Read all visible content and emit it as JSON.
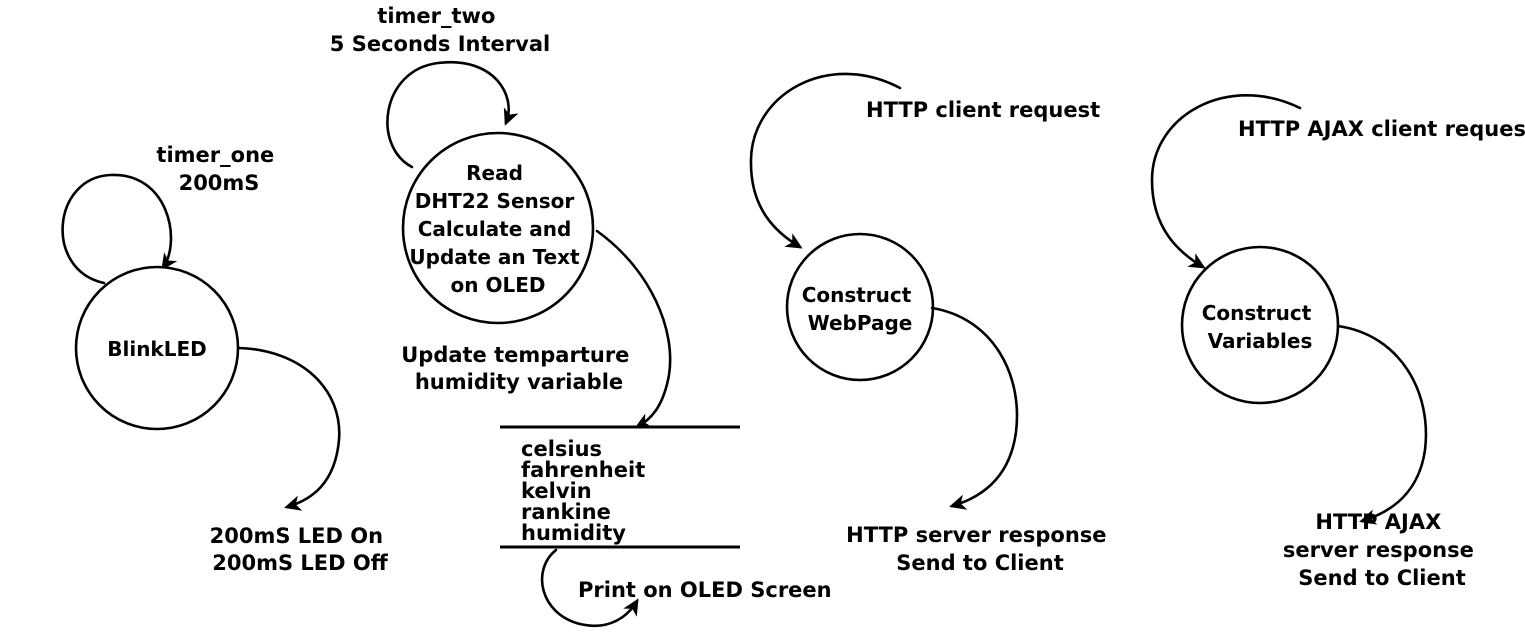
{
  "diagram": {
    "type": "state-machine-flow",
    "background_color": "#ffffff",
    "stroke_color": "#000000",
    "groups": [
      {
        "id": "blink-led",
        "trigger_label_lines": [
          "timer_one",
          "200mS"
        ],
        "node_label_lines": [
          "BlinkLED"
        ],
        "output_label_lines": [
          "200mS LED On",
          "200mS LED Off"
        ]
      },
      {
        "id": "dht22-read",
        "trigger_label_lines": [
          "timer_two",
          "5 Seconds Interval"
        ],
        "node_label_lines": [
          "Read",
          "DHT22 Sensor",
          "Calculate and",
          "Update an Text",
          "on OLED"
        ],
        "output_label_lines": [
          "Update  temparture",
          "humidity  variable"
        ],
        "variable_list": [
          "celsius",
          "fahrenheit",
          "kelvin",
          "rankine",
          "humidity"
        ],
        "final_label_lines": [
          "Print on OLED Screen"
        ]
      },
      {
        "id": "construct-webpage",
        "trigger_label_lines": [
          "HTTP client request"
        ],
        "node_label_lines": [
          "Construct",
          "WebPage"
        ],
        "output_label_lines": [
          "HTTP server response",
          "Send to Client"
        ]
      },
      {
        "id": "construct-variables",
        "trigger_label_lines": [
          "HTTP AJAX client request"
        ],
        "node_label_lines": [
          "Construct",
          "Variables"
        ],
        "output_label_lines": [
          "HTTP AJAX",
          "server response",
          "Send to Client"
        ]
      }
    ]
  }
}
